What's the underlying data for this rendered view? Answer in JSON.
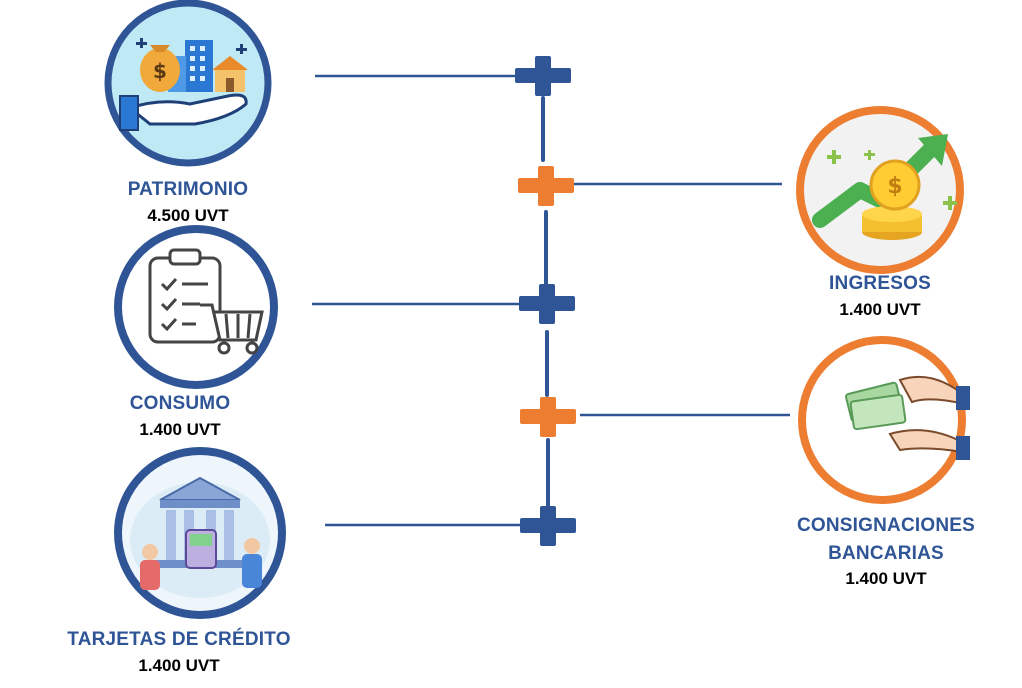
{
  "colors": {
    "blue": "#2f5597",
    "orange": "#ed7d31",
    "blue_ring": "#2f5597",
    "orange_ring": "#ed7d31"
  },
  "items": [
    {
      "name": "PATRIMONIO",
      "value": "4.500 UVT",
      "icon": "money-building-hand-icon",
      "color": "blue"
    },
    {
      "name": "INGRESOS",
      "value": "1.400 UVT",
      "icon": "coin-growth-icon",
      "color": "orange"
    },
    {
      "name": "CONSUMO",
      "value": "1.400 UVT",
      "icon": "checklist-cart-icon",
      "color": "blue"
    },
    {
      "name": "CONSIGNACIONES BANCARIAS",
      "name_line1": "CONSIGNACIONES",
      "name_line2": "BANCARIAS",
      "value": "1.400 UVT",
      "icon": "money-handshake-icon",
      "color": "orange"
    },
    {
      "name": "TARJETAS DE CRÉDITO",
      "value": "1.400 UVT",
      "icon": "bank-people-icon",
      "color": "blue"
    }
  ]
}
